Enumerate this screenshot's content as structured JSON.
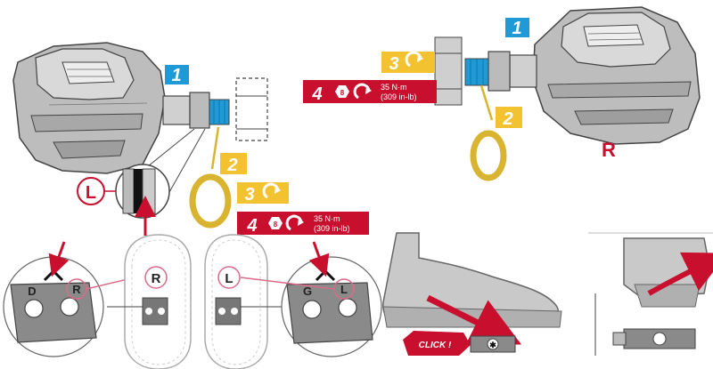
{
  "steps": {
    "s1": "1",
    "s2": "2",
    "s3": "3",
    "s4": "4",
    "hex": "8",
    "torque_nm": "35 N·m",
    "torque_inlb": "(309 in-lb)"
  },
  "sides": {
    "left": "L",
    "right": "R"
  },
  "cleat": {
    "left_letter": "D",
    "left_marker": "R",
    "right_letter": "G",
    "right_marker": "L"
  },
  "click_text": "CLICK !",
  "colors": {
    "blue": "#1f9ad6",
    "gold": "#d8b431",
    "red": "#c8102e",
    "pink": "#d96b8a",
    "outline": "#444444",
    "shoe_gray": "#c9c9c9",
    "pedal_gray": "#b5b5b5"
  }
}
